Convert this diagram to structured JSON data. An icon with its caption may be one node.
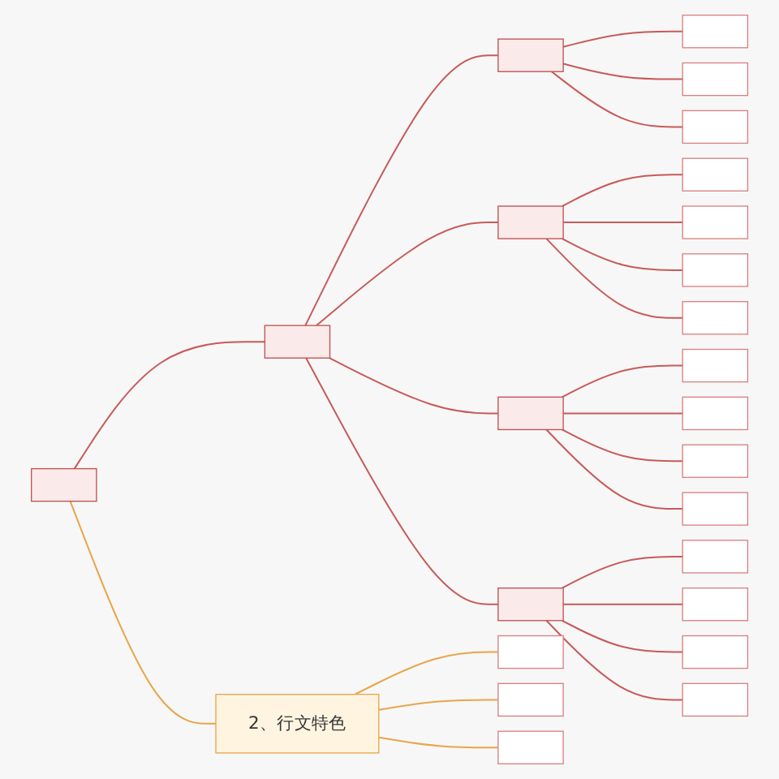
{
  "diagram": {
    "nodes": [
      {
        "text": [],
        "shape": "box"
      },
      {
        "text": [],
        "shape": "box"
      },
      {
        "text": [],
        "shape": "box"
      },
      {
        "text": [],
        "shape": "bar"
      },
      {
        "text": [],
        "shape": "bar"
      },
      {
        "text": [],
        "shape": "bar"
      },
      {
        "text": [],
        "shape": "box"
      },
      {
        "text": [],
        "shape": "bar"
      },
      {
        "text": [],
        "shape": "bar"
      },
      {
        "text": [],
        "shape": "bar"
      },
      {
        "text": [],
        "shape": "bar"
      },
      {
        "text": [],
        "shape": "box"
      },
      {
        "text": [],
        "shape": "bar"
      },
      {
        "text": [],
        "shape": "bar"
      },
      {
        "text": [],
        "shape": "bar"
      },
      {
        "text": [],
        "shape": "bar"
      },
      {
        "text": [],
        "shape": "box"
      },
      {
        "text": [],
        "shape": "bar"
      },
      {
        "text": [],
        "shape": "bar"
      },
      {
        "text": [],
        "shape": "bar"
      },
      {
        "text": [],
        "shape": "bar"
      },
      {
        "text": [
          "2、行文特色"
        ]
      },
      {
        "text": [],
        "shape": "bar"
      },
      {
        "text": [],
        "shape": "bar"
      },
      {
        "text": [],
        "shape": "bar"
      }
    ],
    "edges": [
      {
        "from": 0,
        "to": 1,
        "arrow": "none"
      },
      {
        "from": 1,
        "to": 2,
        "arrow": "none"
      },
      {
        "from": 2,
        "to": 3,
        "arrow": "none"
      },
      {
        "from": 2,
        "to": 4,
        "arrow": "none"
      },
      {
        "from": 2,
        "to": 5,
        "arrow": "none"
      },
      {
        "from": 1,
        "to": 6,
        "arrow": "none"
      },
      {
        "from": 6,
        "to": 7,
        "arrow": "none"
      },
      {
        "from": 6,
        "to": 8,
        "arrow": "none"
      },
      {
        "from": 6,
        "to": 9,
        "arrow": "none"
      },
      {
        "from": 6,
        "to": 10,
        "arrow": "none"
      },
      {
        "from": 1,
        "to": 11,
        "arrow": "none"
      },
      {
        "from": 11,
        "to": 12,
        "arrow": "none"
      },
      {
        "from": 11,
        "to": 13,
        "arrow": "none"
      },
      {
        "from": 11,
        "to": 14,
        "arrow": "none"
      },
      {
        "from": 11,
        "to": 15,
        "arrow": "none"
      },
      {
        "from": 1,
        "to": 16,
        "arrow": "none"
      },
      {
        "from": 16,
        "to": 17,
        "arrow": "none"
      },
      {
        "from": 16,
        "to": 18,
        "arrow": "none"
      },
      {
        "from": 16,
        "to": 19,
        "arrow": "none"
      },
      {
        "from": 16,
        "to": 20,
        "arrow": "none"
      },
      {
        "from": 0,
        "to": 21,
        "arrow": "none",
        "color": "#e8a54a"
      },
      {
        "from": 21,
        "to": 22,
        "arrow": "none",
        "color": "#e8a54a"
      },
      {
        "from": 21,
        "to": 23,
        "arrow": "none",
        "color": "#e8a54a"
      },
      {
        "from": 21,
        "to": 24,
        "arrow": "none",
        "color": "#e8a54a"
      }
    ]
  }
}
